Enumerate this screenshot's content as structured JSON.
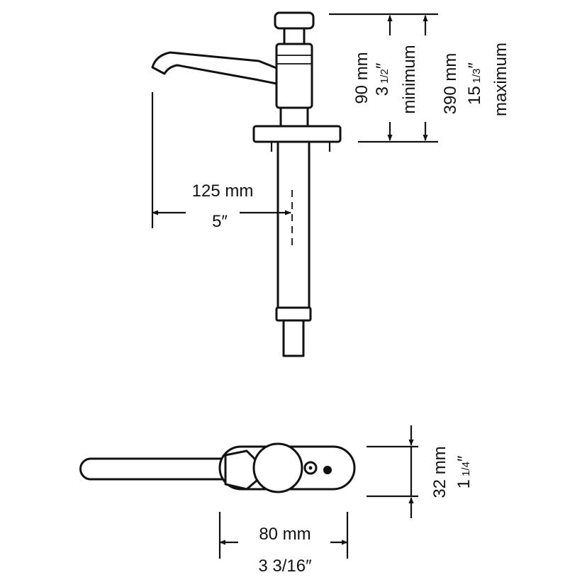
{
  "side_view": {
    "spout_reach": {
      "metric": "125 mm",
      "imperial": "5″"
    },
    "height_min": {
      "metric": "90 mm",
      "imperial_whole": "3",
      "imperial_frac": "1/2",
      "imperial_mark": "″",
      "note": "minimum"
    },
    "height_max": {
      "metric": "390 mm",
      "imperial_whole": "15",
      "imperial_frac": "1/3",
      "imperial_mark": "″",
      "note": "maximum"
    }
  },
  "top_view": {
    "width": {
      "metric": "32 mm",
      "imperial_whole": "1",
      "imperial_frac": "1/4",
      "imperial_mark": "″"
    },
    "length": {
      "metric": "80 mm",
      "imperial": "3 3/16″"
    }
  },
  "colors": {
    "line": "#111111",
    "background": "#ffffff"
  }
}
